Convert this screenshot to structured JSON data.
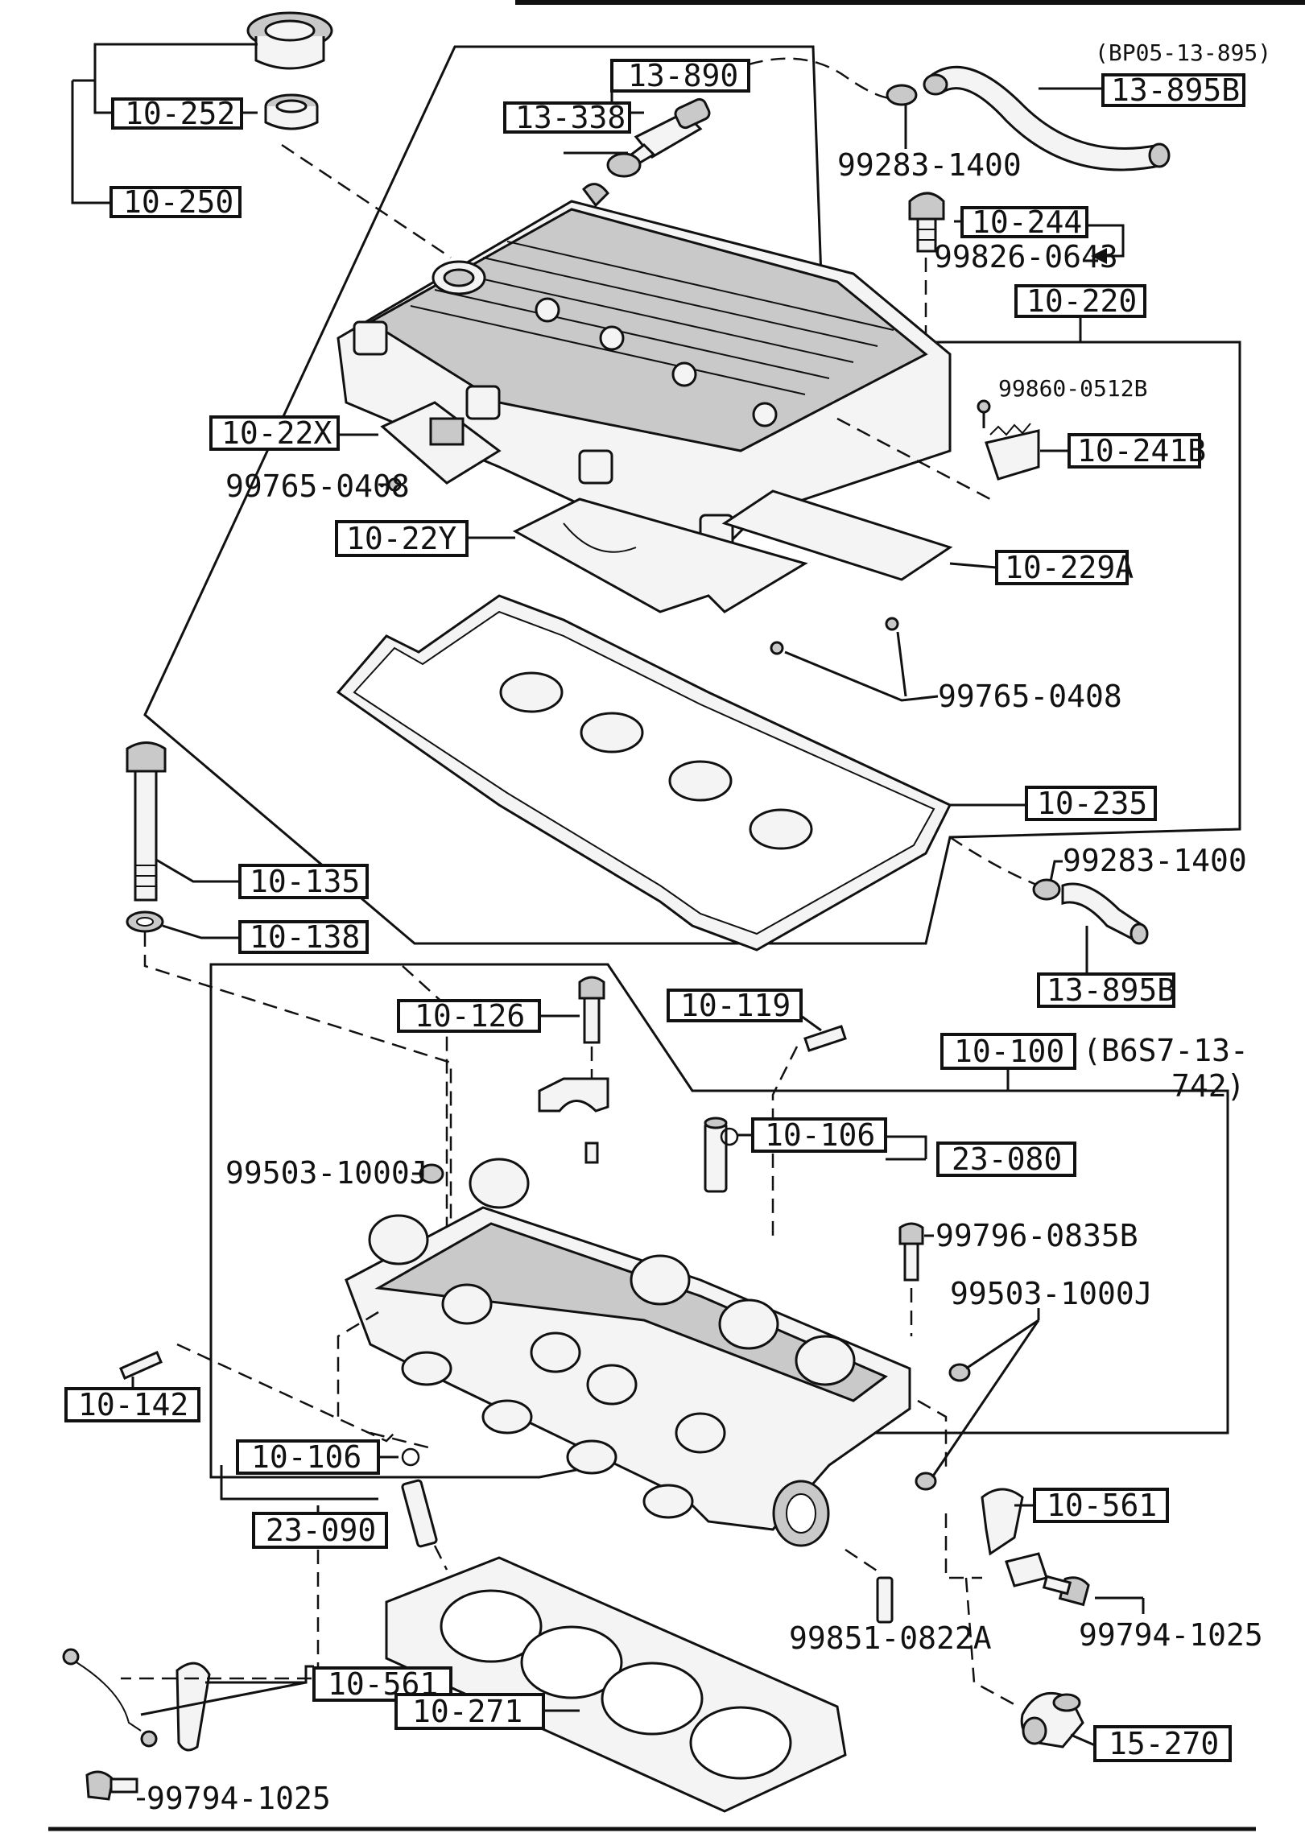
{
  "callouts": {
    "c10_252": "10-252",
    "c10_250": "10-250",
    "c13_890": "13-890",
    "c13_338": "13-338",
    "c13_895b_top": "13-895B",
    "c10_244": "10-244",
    "c10_220": "10-220",
    "c10_22x": "10-22X",
    "c10_241b": "10-241B",
    "c10_22y": "10-22Y",
    "c10_229a": "10-229A",
    "c10_235": "10-235",
    "c10_135": "10-135",
    "c10_138": "10-138",
    "c13_895b_bottom": "13-895B",
    "c10_126": "10-126",
    "c10_119": "10-119",
    "c10_100": "10-100",
    "c10_106_top": "10-106",
    "c23_080": "23-080",
    "c10_142": "10-142",
    "c10_106_bottom": "10-106",
    "c23_090": "23-090",
    "c10_561_right": "10-561",
    "c10_561_left": "10-561",
    "c10_271": "10-271",
    "c15_270": "15-270"
  },
  "notes": {
    "bp05": "(BP05-13-895)",
    "b6s7_a": "(B6S7-13-",
    "b6s7_b": "742)"
  },
  "fasteners": {
    "f99283_1400_top": "99283-1400",
    "f99826_0643": "99826-0643",
    "f99860_0512b": "99860-0512B",
    "f99765_0408_left": "99765-0408",
    "f99765_0408_mid": "99765-0408",
    "f99283_1400_right": "99283-1400",
    "f99503_1000j_left": "99503-1000J",
    "f99796_0835b": "99796-0835B",
    "f99503_1000j_right": "99503-1000J",
    "f99851_0822a": "99851-0822A",
    "f99794_1025_right": "99794-1025",
    "f99794_1025_left": "99794-1025"
  }
}
